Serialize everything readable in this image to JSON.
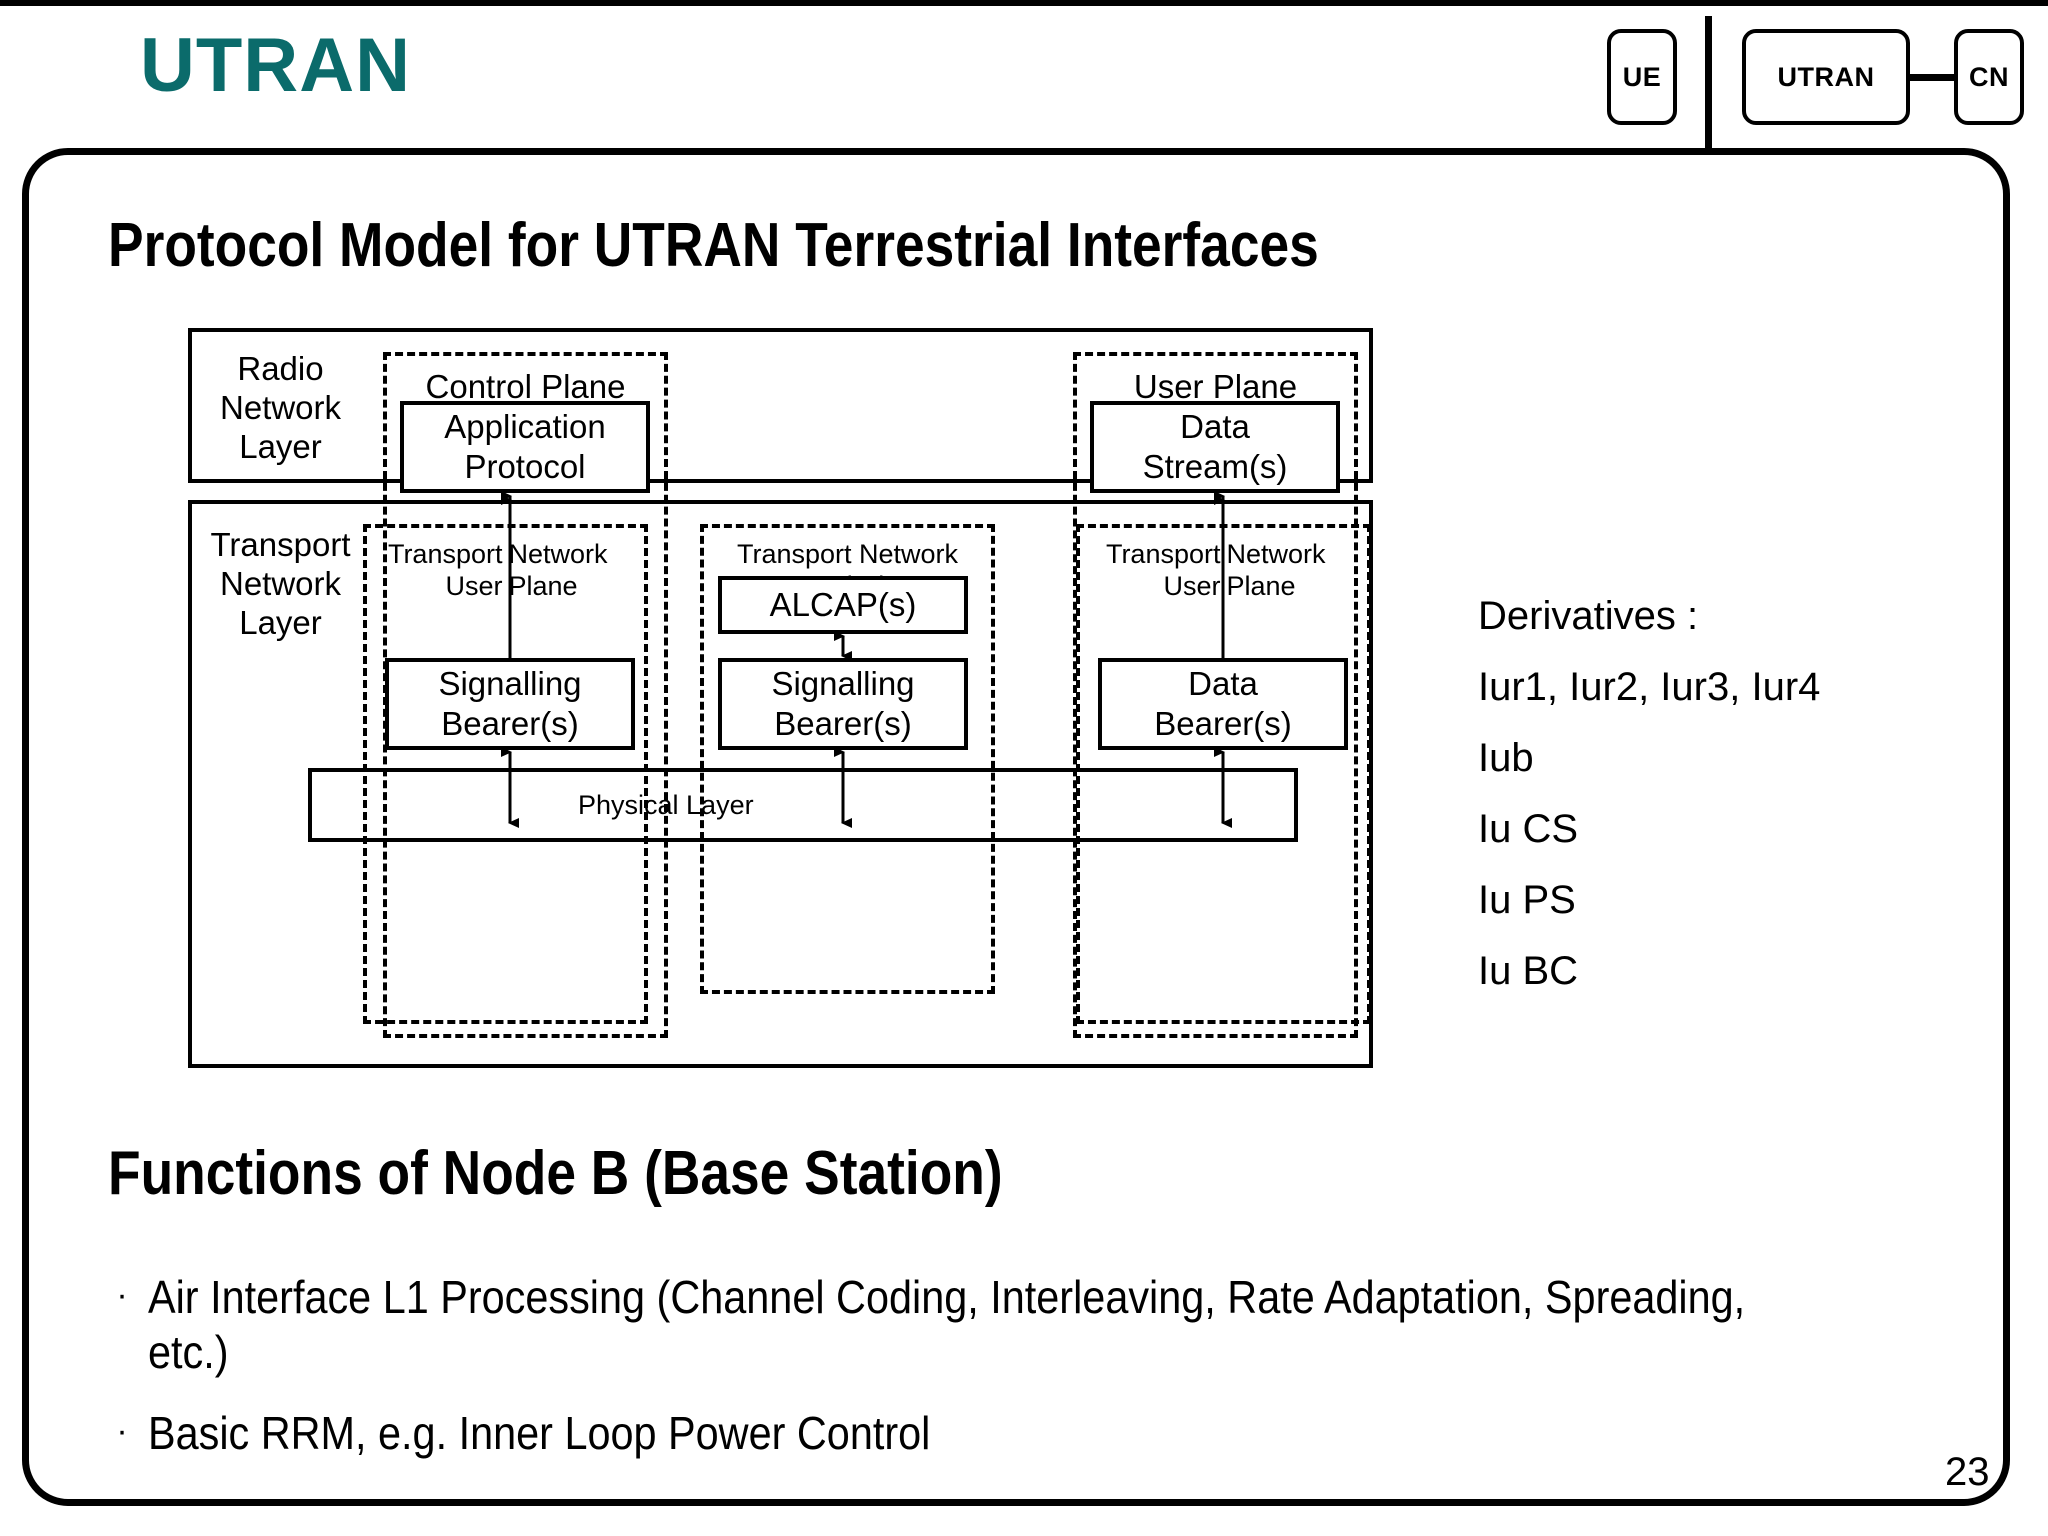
{
  "header": {
    "title": "UTRAN",
    "title_color": "#0b6b6b",
    "nav": {
      "ue": "UE",
      "utran": "UTRAN",
      "cn": "CN"
    },
    "arrow_color": "#d61b6b"
  },
  "headings": {
    "protocol_model": "Protocol Model for UTRAN Terrestrial Interfaces",
    "functions": "Functions of Node B (Base Station)"
  },
  "diagram": {
    "layers": {
      "radio_network_layer": "Radio\nNetwork\nLayer",
      "radio_network_layer_lines": [
        "Radio",
        "Network",
        "Layer"
      ],
      "transport_network_layer_lines": [
        "Transport",
        "Network",
        "Layer"
      ]
    },
    "planes": {
      "control_plane": "Control Plane",
      "user_plane": "User Plane"
    },
    "rnl_boxes": {
      "application_protocol": "Application\nProtocol",
      "application_protocol_lines": [
        "Application",
        "Protocol"
      ],
      "data_streams_lines": [
        "Data",
        "Stream(s)"
      ]
    },
    "tnl_planes": {
      "tnup_left": {
        "col1_line1": "Transport",
        "col1_line2": "User",
        "col2_line1": "Network",
        "col2_line2": "Plane"
      },
      "tncp": {
        "line1": "Transport Network",
        "line2": "Control Plane"
      },
      "tnup_right": {
        "col1_line1": "Transport",
        "col1_line2": "User",
        "col2_line1": "Network",
        "col2_line2": "Plane"
      }
    },
    "tnl_boxes": {
      "alcap": "ALCAP(s)",
      "signalling_bearer_left_lines": [
        "Signalling",
        "Bearer(s)"
      ],
      "signalling_bearer_mid_lines": [
        "Signalling",
        "Bearer(s)"
      ],
      "data_bearer_lines": [
        "Data",
        "Bearer(s)"
      ],
      "physical_layer": "Physical Layer"
    }
  },
  "derivatives": {
    "title": "Derivatives :",
    "items": [
      "Iur1, Iur2, Iur3, Iur4",
      "Iub",
      "Iu CS",
      "Iu PS",
      "Iu BC"
    ]
  },
  "bullets": [
    "Air Interface L1 Processing (Channel Coding, Interleaving, Rate Adaptation, Spreading, etc.)",
    "Basic RRM, e.g. Inner Loop Power Control"
  ],
  "bullet_marker": "·",
  "page_number": "23"
}
